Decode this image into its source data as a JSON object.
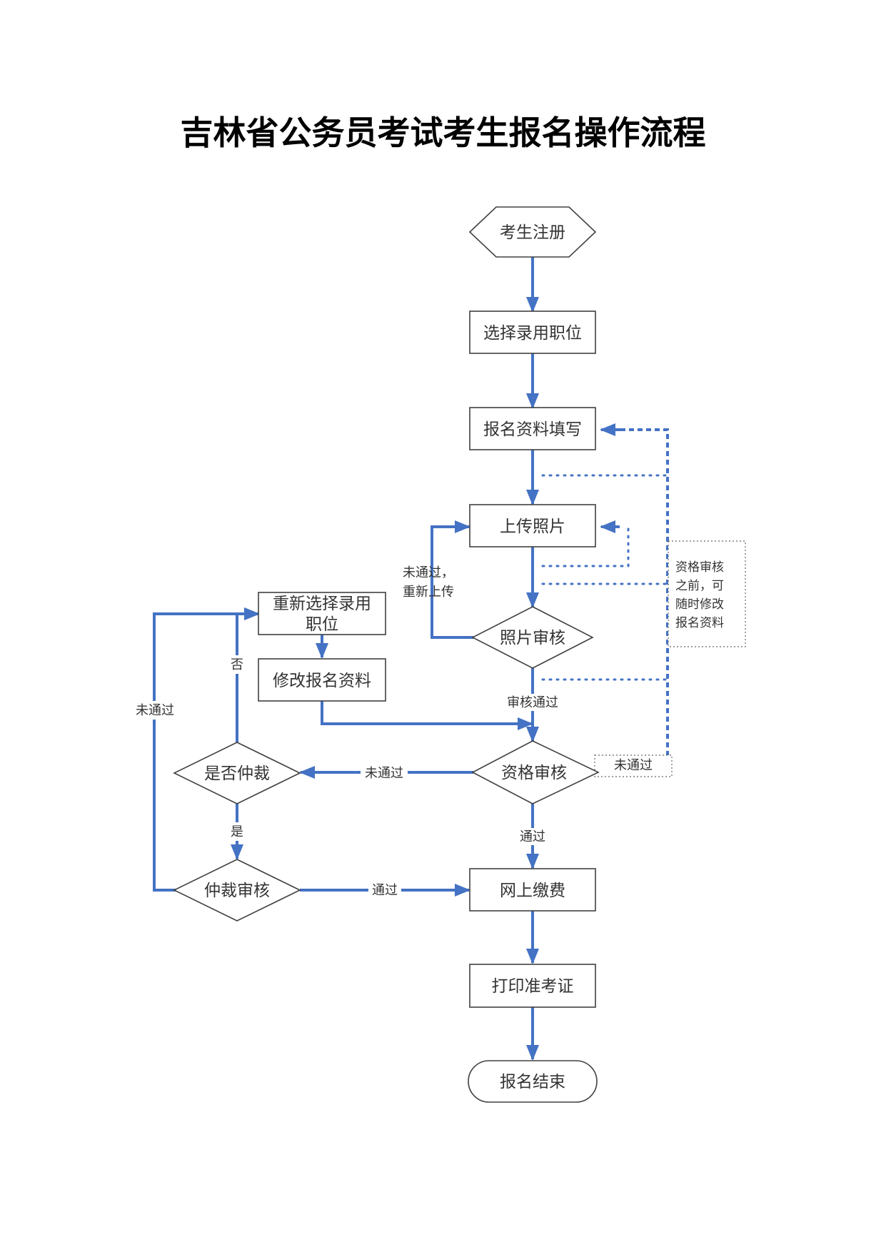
{
  "title": "吉林省公务员考试考生报名操作流程",
  "colors": {
    "flow": "#4472c4",
    "border": "#404040"
  },
  "nodes": {
    "register": "考生注册",
    "select_position": "选择录用职位",
    "fill_info": "报名资料填写",
    "upload_photo": "上传照片",
    "photo_review": "照片审核",
    "reselect_position_line1": "重新选择录用",
    "reselect_position_line2": "职位",
    "modify_info": "修改报名资料",
    "qualification_review": "资格审核",
    "arbitrate_decision": "是否仲裁",
    "arbitration_review": "仲裁审核",
    "online_payment": "网上缴费",
    "print_admission": "打印准考证",
    "end": "报名结束"
  },
  "edge_labels": {
    "photo_fail_line1": "未通过，",
    "photo_fail_line2": "重新上传",
    "photo_pass": "审核通过",
    "qual_fail_left": "未通过",
    "qual_fail_right": "未通过",
    "qual_pass": "通过",
    "no": "否",
    "yes": "是",
    "arb_fail": "未通过",
    "arb_pass": "通过"
  },
  "note": {
    "line1": "资格审核",
    "line2": "之前，可",
    "line3": "随时修改",
    "line4": "报名资料"
  }
}
